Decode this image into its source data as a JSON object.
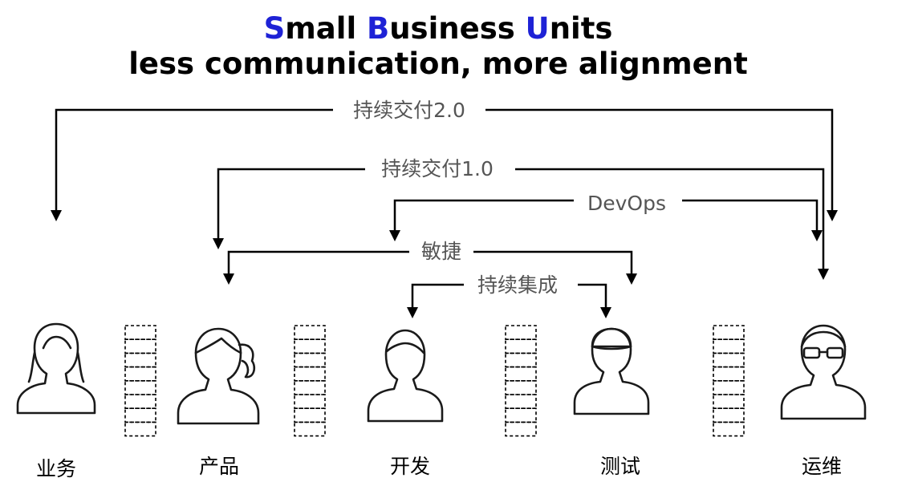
{
  "title": {
    "line1_parts": [
      {
        "hl": "S",
        "rest": "mall "
      },
      {
        "hl": "B",
        "rest": "usiness "
      },
      {
        "hl": "U",
        "rest": "nits"
      }
    ],
    "line2": "less communication, more alignment",
    "highlight_color": "#1e22d6"
  },
  "flows": [
    {
      "label": "持续交付2.0"
    },
    {
      "label": "持续交付1.0"
    },
    {
      "label": "DevOps"
    },
    {
      "label": "敏捷"
    },
    {
      "label": "持续集成"
    }
  ],
  "roles": [
    {
      "label": "业务",
      "icon": "woman-icon"
    },
    {
      "label": "产品",
      "icon": "woman-ponytail-icon"
    },
    {
      "label": "开发",
      "icon": "man-icon"
    },
    {
      "label": "测试",
      "icon": "man-cap-icon"
    },
    {
      "label": "运维",
      "icon": "man-glasses-icon"
    }
  ]
}
